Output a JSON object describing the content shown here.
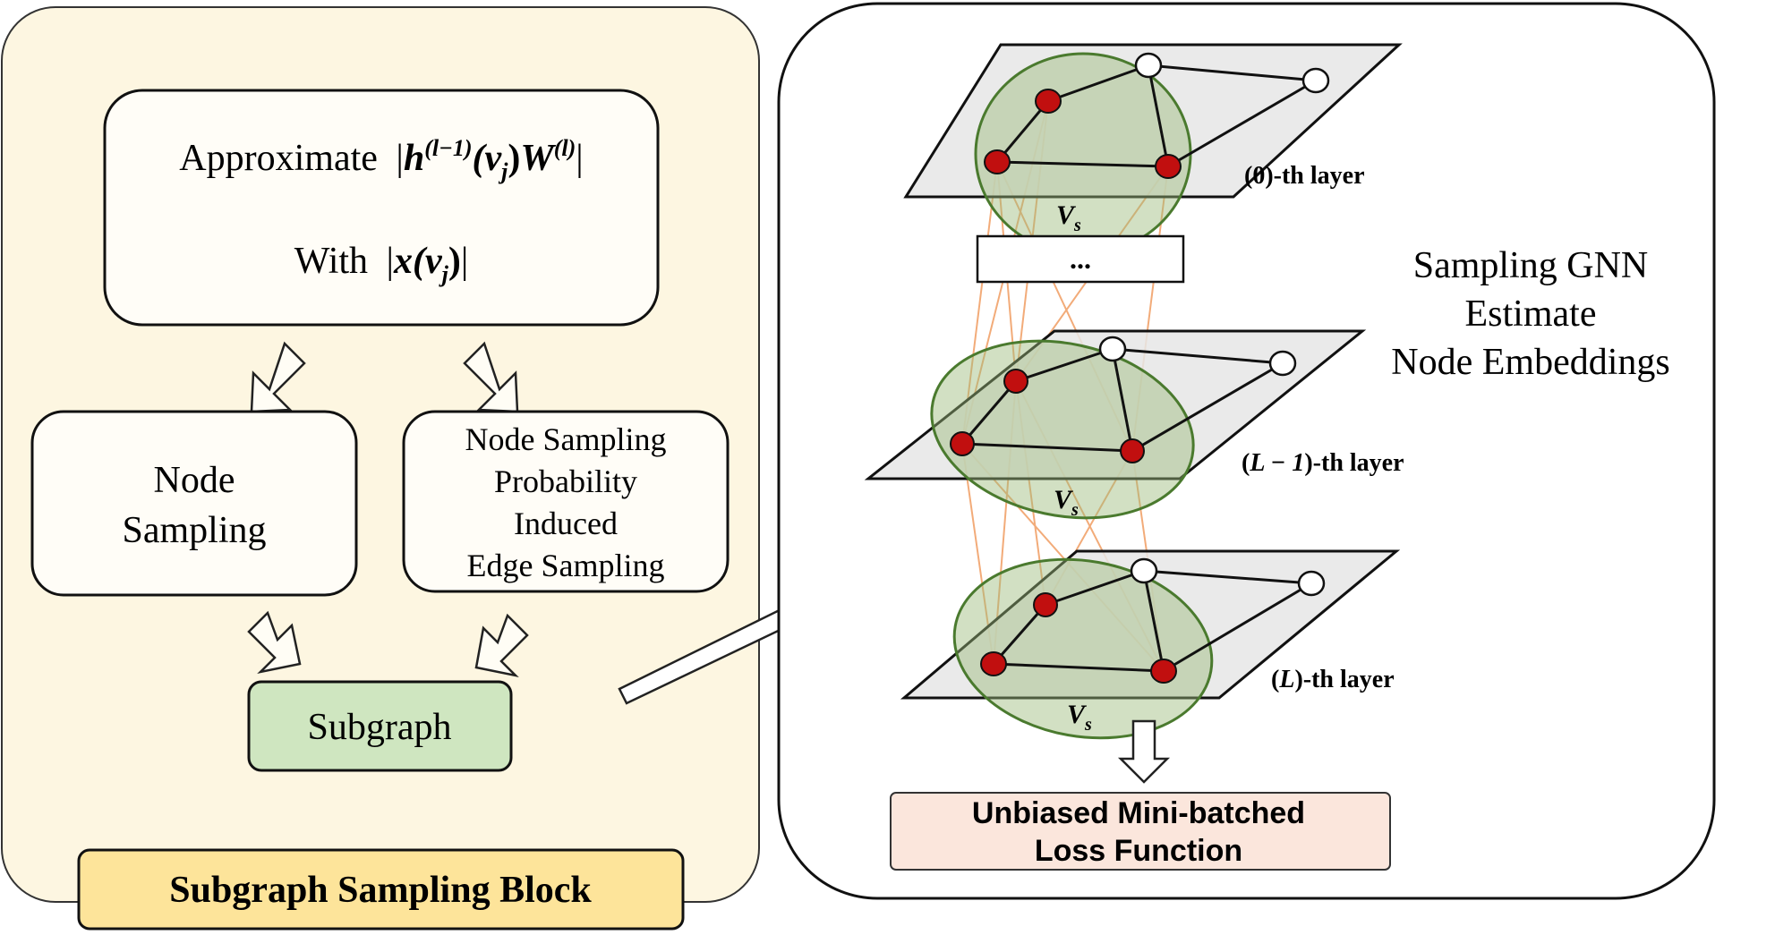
{
  "left_panel": {
    "approx_box": {
      "line1_prefix": "Approximate",
      "line1_formula_h": "h",
      "line1_formula_sup1": "(l−1)",
      "line1_formula_arg": "(v",
      "line1_formula_sub": "j",
      "line1_formula_close": ")",
      "line1_formula_w": "W",
      "line1_formula_sup2": "(l)",
      "line2_prefix": "With",
      "line2_formula_x": "x",
      "line2_formula_arg": "(v",
      "line2_formula_sub": "j",
      "line2_formula_close": ")"
    },
    "node_sampling": {
      "line1": "Node",
      "line2": "Sampling"
    },
    "edge_sampling": {
      "line1": "Node Sampling",
      "line2": "Probability",
      "line3": "Induced",
      "line4": "Edge Sampling"
    },
    "subgraph_label": "Subgraph",
    "block_title": "Subgraph  Sampling Block"
  },
  "right_panel": {
    "title_line1": "Sampling  GNN",
    "title_line2": "Estimate",
    "title_line3": "Node Embeddings",
    "ellipsis": "...",
    "vs_main": "V",
    "vs_sub": "s",
    "layer0_label": "(0)-th layer",
    "layerL1_open": "(",
    "layerL1_math": "L − 1",
    "layerL1_rest": ")-th layer",
    "layerL_open": "(",
    "layerL_math": "L",
    "layerL_rest": ")-th layer",
    "loss_line1": "Unbiased Mini-batched",
    "loss_line2": "Loss Function"
  },
  "colors": {
    "left_panel_bg": "#fdf6e1",
    "block_title_bg": "#fde49a",
    "subgraph_bg": "#cfe6c0",
    "loss_bg": "#fbe6dc",
    "sampled_node": "#c10f0f",
    "ellipse_fill": "#9bbb7a",
    "edge_orange": "#f1a36b"
  }
}
